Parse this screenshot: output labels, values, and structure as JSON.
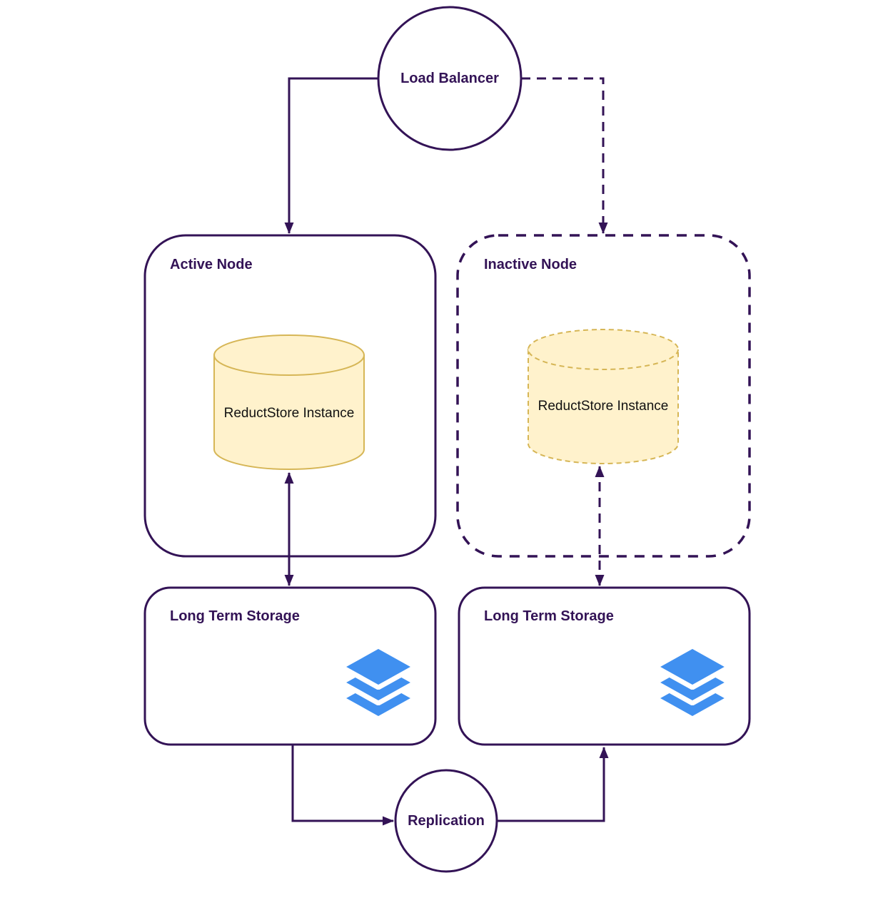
{
  "nodes": {
    "load_balancer": {
      "label": "Load Balancer"
    },
    "active_node": {
      "label": "Active Node",
      "instance": "ReductStore Instance"
    },
    "inactive_node": {
      "label": "Inactive Node",
      "instance": "ReductStore Instance"
    },
    "storage_active": {
      "label": "Long Term Storage",
      "icon": "layers-icon"
    },
    "storage_inactive": {
      "label": "Long Term Storage",
      "icon": "layers-icon"
    },
    "replication": {
      "label": "Replication"
    }
  },
  "colors": {
    "purple": "#331356",
    "yellow_fill": "#FFF2CC",
    "yellow_stroke": "#D6B656",
    "blue": "#4090F0",
    "instance_text": "#111111",
    "background": "#FFFFFF"
  }
}
